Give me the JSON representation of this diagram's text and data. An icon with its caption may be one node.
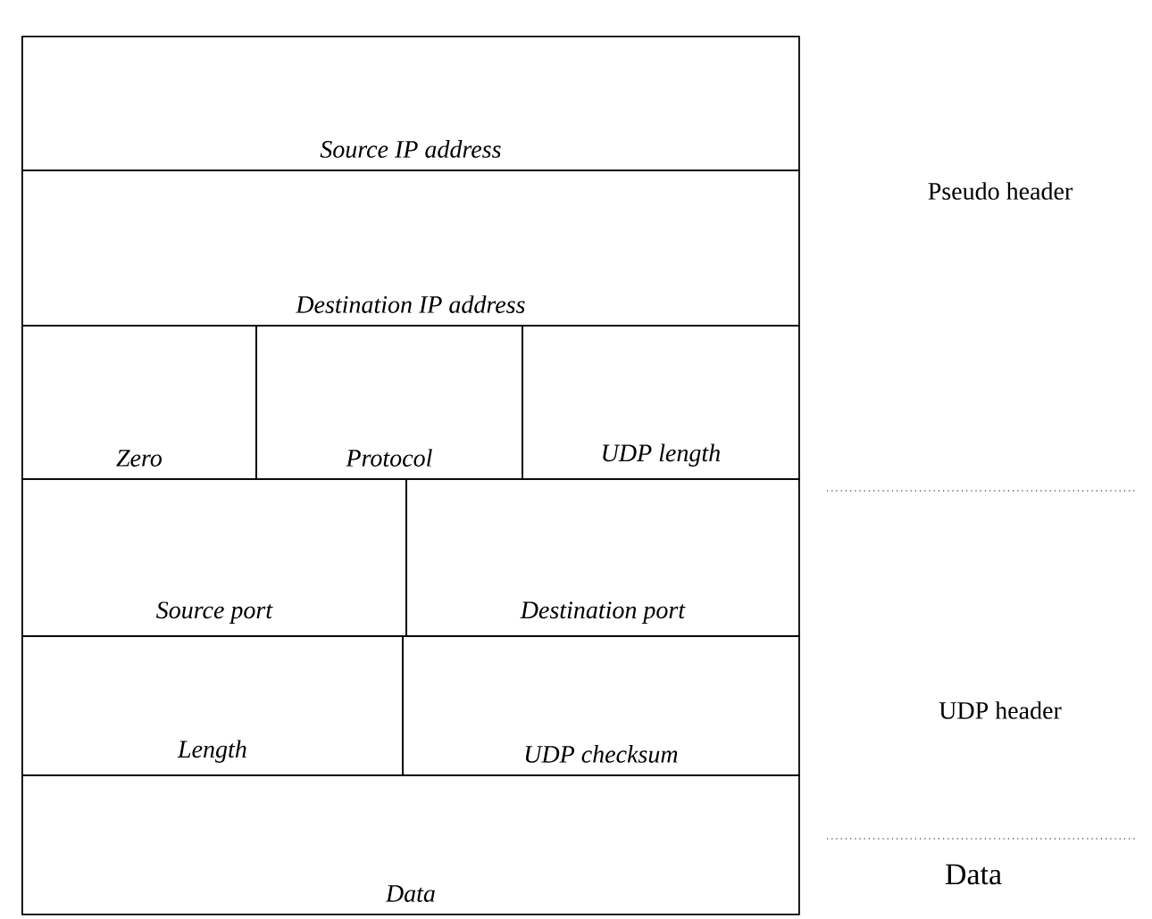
{
  "diagram": {
    "nodes": [
      {
        "text": [
          "Source IP address"
        ]
      },
      {
        "text": [
          "Destination IP address"
        ]
      },
      {
        "text": [
          "Zero"
        ]
      },
      {
        "text": [
          "Protocol"
        ]
      },
      {
        "text": [
          "UDP length"
        ]
      },
      {
        "text": [
          "Source port"
        ]
      },
      {
        "text": [
          "Destination port"
        ]
      },
      {
        "text": [
          "Length"
        ]
      },
      {
        "text": [
          "UDP checksum"
        ]
      },
      {
        "text": [
          "Data"
        ]
      }
    ],
    "labels": [
      "Pseudo header",
      "UDP header",
      "Data"
    ]
  }
}
